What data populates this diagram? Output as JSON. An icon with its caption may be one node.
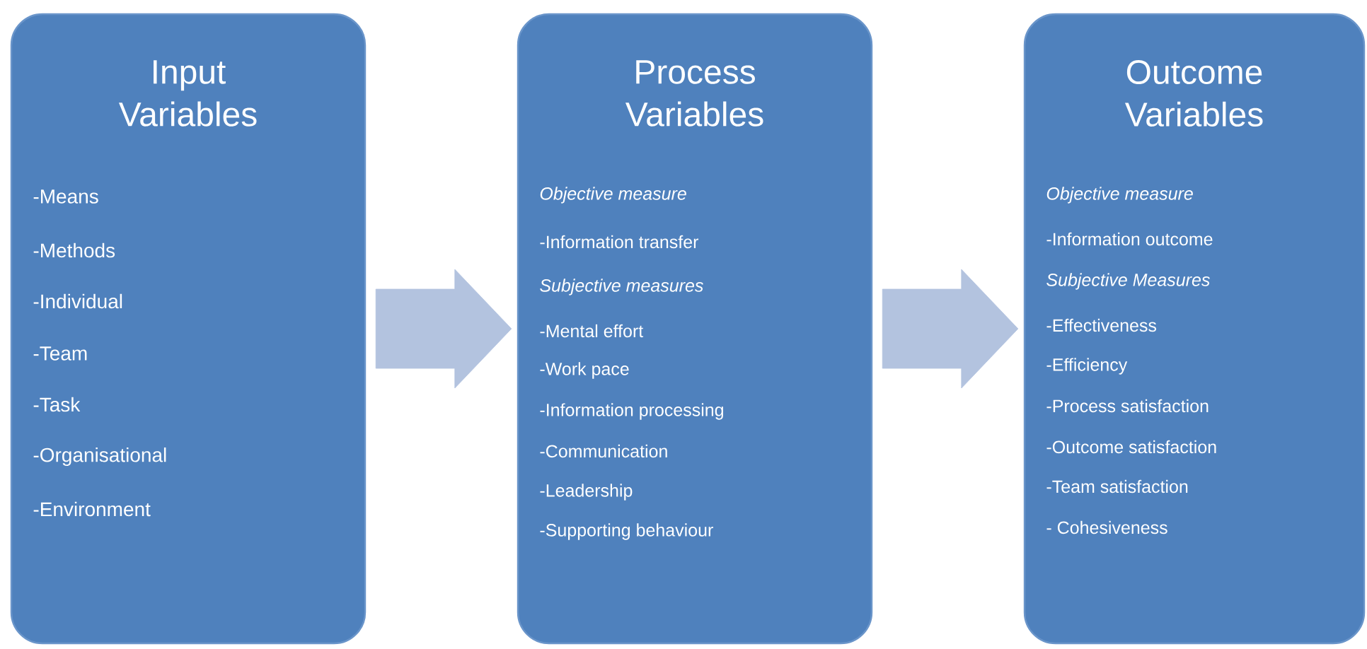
{
  "diagram": {
    "nodes": [
      {
        "text": [
          "Input Variables",
          "-Means",
          "-Methods",
          "-Individual",
          "-Team",
          "-Task",
          "-Organisational",
          "-Environment"
        ]
      },
      {
        "text": [
          "Process Variables",
          "Objective measure",
          "-Information transfer",
          "Subjective measures",
          "-Mental effort",
          "-Work pace",
          "-Information processing",
          "-Communication",
          "-Leadership",
          "-Supporting behaviour"
        ]
      },
      {
        "text": [
          "Outcome Variables",
          "Objective measure",
          "-Information outcome",
          "Subjective Measures",
          "-Effectiveness",
          "-Efficiency",
          "-Process satisfaction",
          "-Outcome satisfaction",
          "-Team satisfaction",
          "- Cohesiveness"
        ]
      }
    ],
    "edges": [
      {
        "from": 0,
        "to": 1,
        "arrow": "to"
      },
      {
        "from": 1,
        "to": 2,
        "arrow": "to"
      }
    ]
  }
}
